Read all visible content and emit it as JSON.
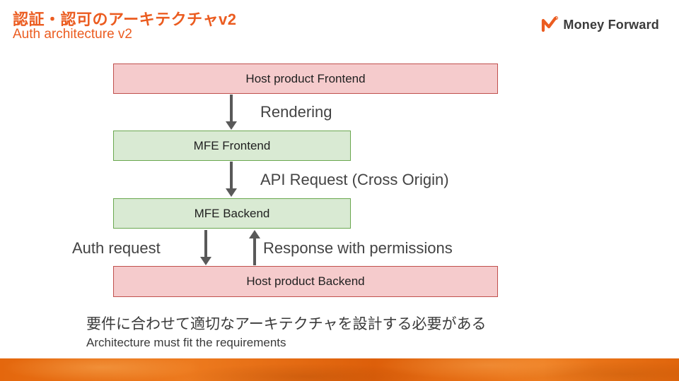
{
  "header": {
    "title_jp": "認証・認可のアーキテクチャv2",
    "title_en": "Auth architecture v2"
  },
  "logo": {
    "brand": "Money Forward"
  },
  "diagram": {
    "boxes": [
      {
        "label": "Host product Frontend",
        "type": "host"
      },
      {
        "label": "MFE Frontend",
        "type": "mfe"
      },
      {
        "label": "MFE Backend",
        "type": "mfe"
      },
      {
        "label": "Host product Backend",
        "type": "host"
      }
    ],
    "flow_labels": {
      "rendering": "Rendering",
      "api_request": "API Request (Cross Origin)",
      "auth_request": "Auth request",
      "response": "Response with permissions"
    }
  },
  "footer_note": {
    "jp": "要件に合わせて適切なアーキテクチャを設計する必要がある",
    "en": "Architecture must fit the requirements"
  },
  "colors": {
    "accent_orange": "#EB5C20",
    "host_box_fill": "#F5CBCC",
    "host_box_border": "#C0504D",
    "mfe_box_fill": "#D9EAD3",
    "mfe_box_border": "#6AA84F",
    "arrow": "#595959",
    "footer_orange": "#E4670D"
  }
}
